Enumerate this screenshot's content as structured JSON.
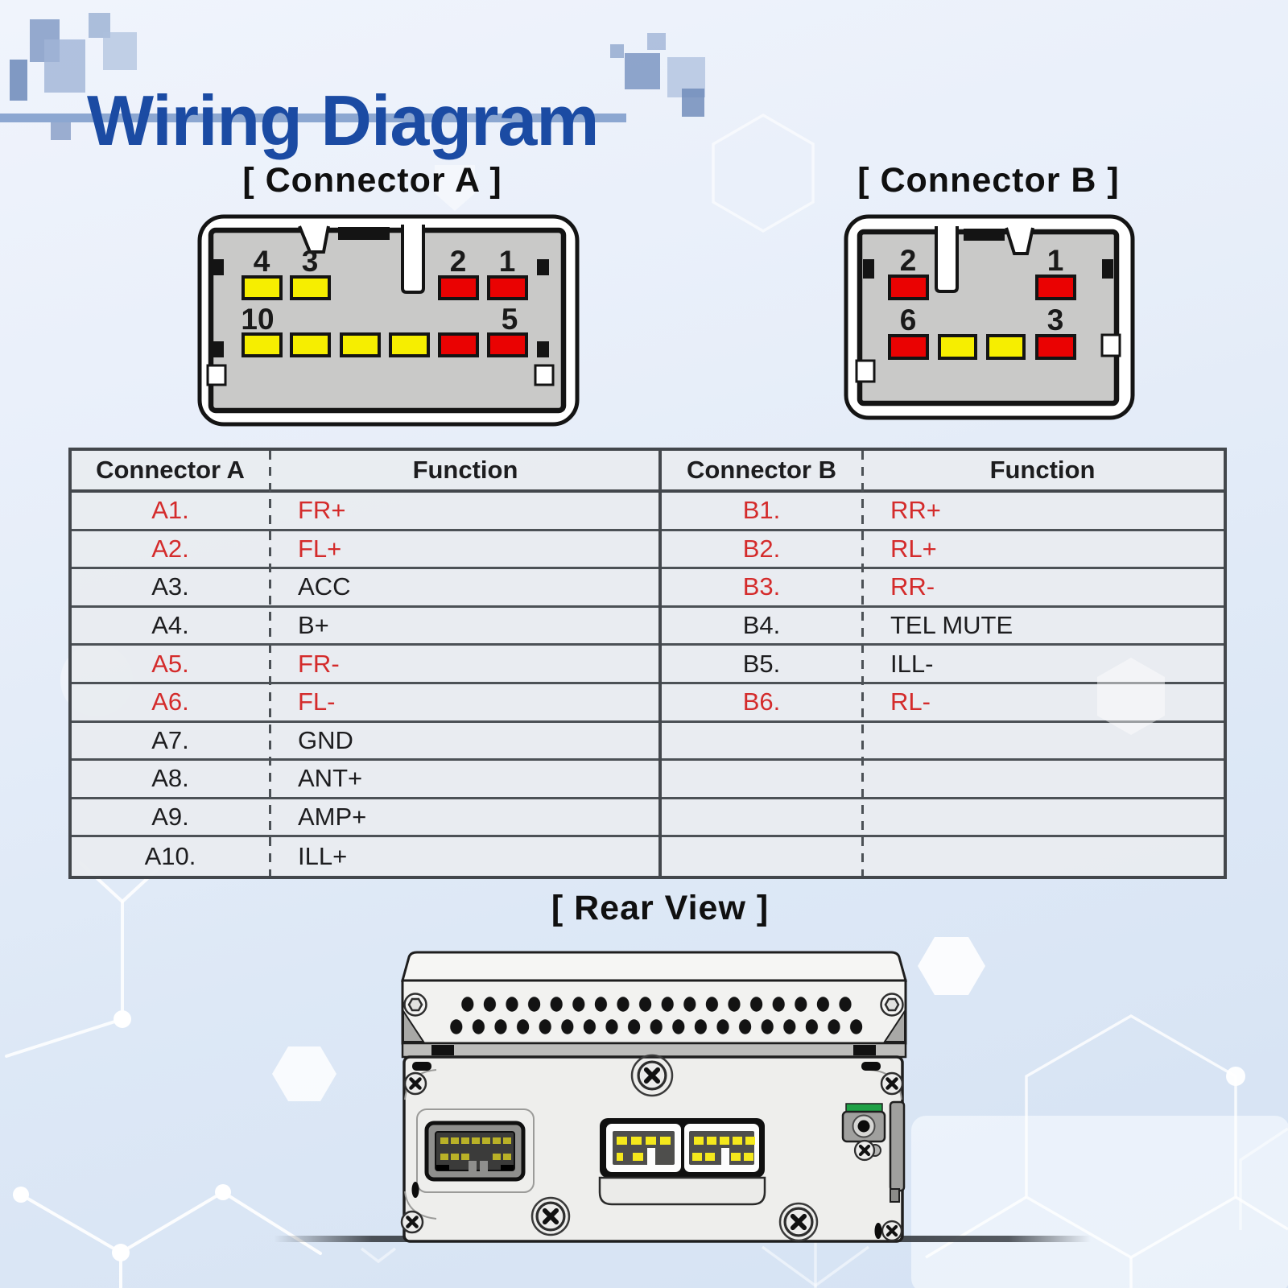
{
  "header": {
    "title": "Wiring Diagram"
  },
  "colors": {
    "title_blue": "#1b4ba3",
    "underline_blue": "#8ca7d1",
    "pin_yellow": "#f6ee00",
    "pin_red": "#ea0202",
    "table_red": "#d42b2b",
    "table_black": "#1d1d1f"
  },
  "connector_a": {
    "title": "[ Connector A ]",
    "top_pins": [
      {
        "label": "4",
        "color": "#f6ee00"
      },
      {
        "label": "3",
        "color": "#f6ee00"
      },
      {
        "label": "2",
        "color": "#ea0202"
      },
      {
        "label": "1",
        "color": "#ea0202"
      }
    ],
    "bottom_pins": [
      {
        "label": "10",
        "color": "#f6ee00"
      },
      {
        "label": "",
        "color": "#f6ee00"
      },
      {
        "label": "",
        "color": "#f6ee00"
      },
      {
        "label": "",
        "color": "#f6ee00"
      },
      {
        "label": "",
        "color": "#ea0202"
      },
      {
        "label": "5",
        "color": "#ea0202"
      }
    ]
  },
  "connector_b": {
    "title": "[ Connector B ]",
    "top_pins": [
      {
        "label": "2",
        "color": "#ea0202"
      },
      {
        "label": "1",
        "color": "#ea0202"
      }
    ],
    "bottom_pins": [
      {
        "label": "6",
        "color": "#ea0202"
      },
      {
        "label": "",
        "color": "#f6ee00"
      },
      {
        "label": "",
        "color": "#f6ee00"
      },
      {
        "label": "3",
        "color": "#ea0202"
      }
    ]
  },
  "rear": {
    "title": "[ Rear View ]"
  },
  "table": {
    "left": {
      "col1": "Connector A",
      "col2": "Function",
      "rows": [
        {
          "pin": "A1.",
          "func": "FR+",
          "color": "#d42b2b"
        },
        {
          "pin": "A2.",
          "func": "FL+",
          "color": "#d42b2b"
        },
        {
          "pin": "A3.",
          "func": "ACC",
          "color": "#1d1d1f"
        },
        {
          "pin": "A4.",
          "func": "B+",
          "color": "#1d1d1f"
        },
        {
          "pin": "A5.",
          "func": "FR-",
          "color": "#d42b2b"
        },
        {
          "pin": "A6.",
          "func": "FL-",
          "color": "#d42b2b"
        },
        {
          "pin": "A7.",
          "func": "GND",
          "color": "#1d1d1f"
        },
        {
          "pin": "A8.",
          "func": "ANT+",
          "color": "#1d1d1f"
        },
        {
          "pin": "A9.",
          "func": "AMP+",
          "color": "#1d1d1f"
        },
        {
          "pin": "A10.",
          "func": "ILL+",
          "color": "#1d1d1f"
        }
      ]
    },
    "right": {
      "col1": "Connector B",
      "col2": "Function",
      "rows": [
        {
          "pin": "B1.",
          "func": "RR+",
          "color": "#d42b2b"
        },
        {
          "pin": "B2.",
          "func": "RL+",
          "color": "#d42b2b"
        },
        {
          "pin": "B3.",
          "func": "RR-",
          "color": "#d42b2b"
        },
        {
          "pin": "B4.",
          "func": "TEL MUTE",
          "color": "#1d1d1f"
        },
        {
          "pin": "B5.",
          "func": "ILL-",
          "color": "#1d1d1f"
        },
        {
          "pin": "B6.",
          "func": "RL-",
          "color": "#d42b2b"
        },
        {
          "pin": "",
          "func": "",
          "color": ""
        },
        {
          "pin": "",
          "func": "",
          "color": ""
        },
        {
          "pin": "",
          "func": "",
          "color": ""
        },
        {
          "pin": "",
          "func": "",
          "color": ""
        }
      ]
    }
  }
}
